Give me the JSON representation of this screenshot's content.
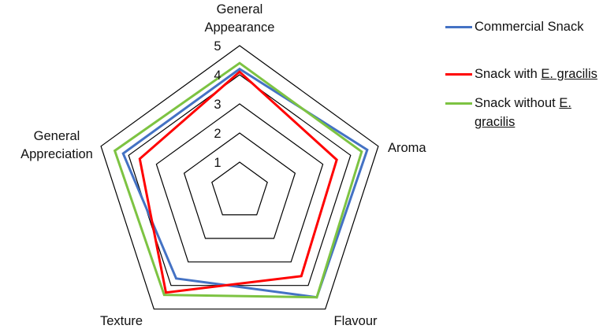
{
  "chart_data": {
    "type": "radar",
    "axes": [
      "General Appearance",
      "Aroma",
      "Flavour",
      "Texture",
      "General Appreciation"
    ],
    "axis_label_lines": [
      [
        "General",
        "Appearance"
      ],
      [
        "Aroma"
      ],
      [
        "Flavour"
      ],
      [
        "Texture"
      ],
      [
        "General",
        "Appreciation"
      ]
    ],
    "ticks": [
      1,
      2,
      3,
      4,
      5
    ],
    "range": [
      0,
      5
    ],
    "grid": true,
    "legend_position": "right",
    "series": [
      {
        "name": "Commercial Snack",
        "name_parts": [
          {
            "text": "Commercial Snack",
            "underline": false
          }
        ],
        "color": "#4472C4",
        "values": [
          4.2,
          4.6,
          4.5,
          3.7,
          4.2
        ]
      },
      {
        "name": "Snack with E. gracilis",
        "name_parts": [
          {
            "text": "Snack with ",
            "underline": false
          },
          {
            "text": "E. gracilis",
            "underline": true
          }
        ],
        "color": "#FF0000",
        "values": [
          4.1,
          3.5,
          3.6,
          4.3,
          3.6
        ]
      },
      {
        "name": "Snack without E. gracilis",
        "name_parts": [
          {
            "text": "Snack without ",
            "underline": false
          },
          {
            "text": "E. gracilis",
            "underline": true
          }
        ],
        "color": "#7DC342",
        "values": [
          4.4,
          4.4,
          4.5,
          4.4,
          4.5
        ]
      }
    ]
  }
}
